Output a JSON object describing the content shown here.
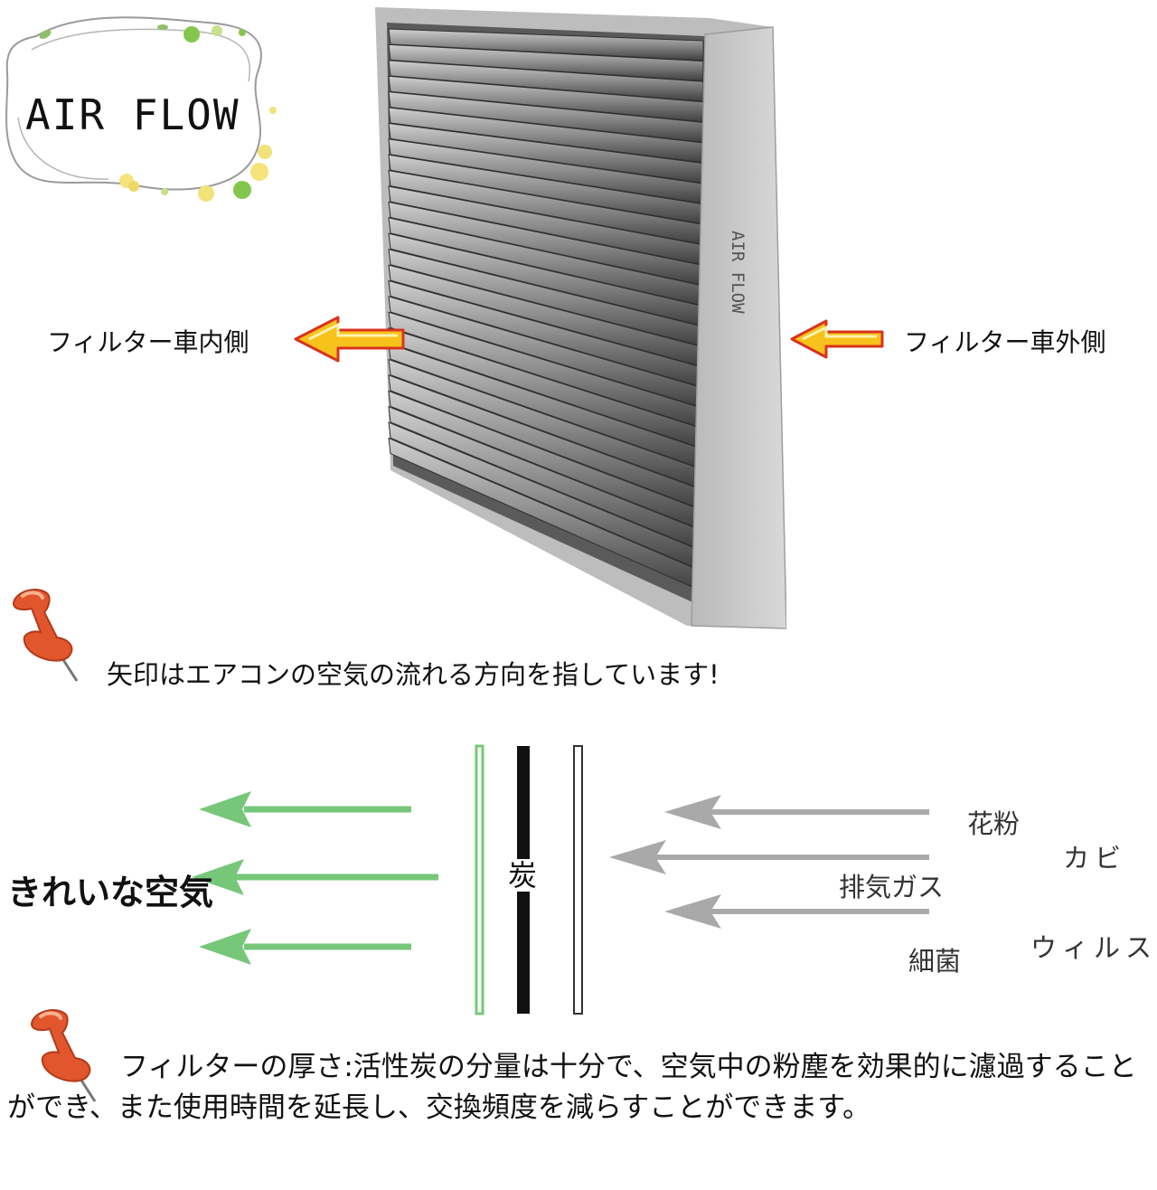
{
  "badge": {
    "title": "AIR FLOW"
  },
  "product": {
    "frame_print": "AIR FLOW"
  },
  "labels": {
    "inside": "フィルター車内側",
    "outside": "フィルター車外側"
  },
  "notes": {
    "arrow_direction": "矢印はエアコンの空気の流れる方向を指しています!",
    "description": "フィルターの厚さ:活性炭の分量は十分で、空気中の粉塵を効果的に濾過することができ、また使用時間を延長し、交換頻度を減らすことができます。"
  },
  "layers_diagram": {
    "clean_air": "きれいな空気",
    "middle_layer": "炭",
    "pollutants": [
      "花粉",
      "カビ",
      "排気ガス",
      "ウィルス",
      "細菌"
    ]
  },
  "colors": {
    "arrow_fill": "#f7c21b",
    "arrow_outline": "#d8331f",
    "clean_arrow": "#77c77a",
    "dirty_arrow": "#a9a9a9",
    "pin": "#e2562d"
  },
  "icons": {
    "pin": "push-pin-icon"
  }
}
